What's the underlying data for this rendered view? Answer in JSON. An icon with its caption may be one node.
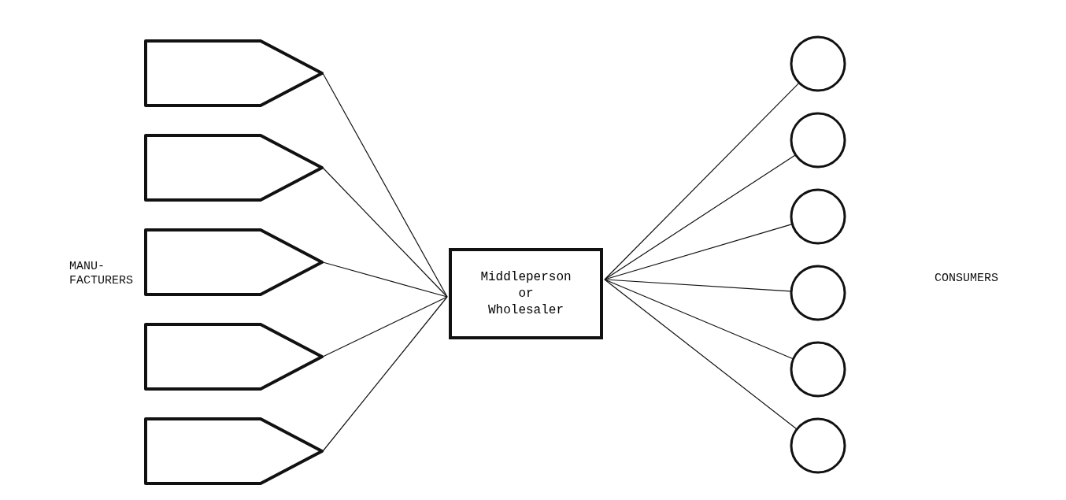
{
  "diagram": {
    "nodes": [
      {
        "text": [],
        "shape": "pentagon"
      },
      {
        "text": [],
        "shape": "pentagon"
      },
      {
        "text": [],
        "shape": "pentagon"
      },
      {
        "text": [],
        "shape": "pentagon"
      },
      {
        "text": [],
        "shape": "pentagon"
      },
      {
        "text": [
          "Middleperson or Wholesaler"
        ]
      },
      {
        "text": [],
        "shape": "circle"
      },
      {
        "text": [],
        "shape": "circle"
      },
      {
        "text": [],
        "shape": "circle"
      },
      {
        "text": [],
        "shape": "circle"
      },
      {
        "text": [],
        "shape": "circle"
      },
      {
        "text": [],
        "shape": "circle"
      }
    ],
    "edges": [
      {
        "from": 0,
        "to": 5,
        "arrow": "none"
      },
      {
        "from": 1,
        "to": 5,
        "arrow": "none"
      },
      {
        "from": 2,
        "to": 5,
        "arrow": "none"
      },
      {
        "from": 3,
        "to": 5,
        "arrow": "none"
      },
      {
        "from": 4,
        "to": 5,
        "arrow": "none"
      },
      {
        "from": 5,
        "to": 6,
        "arrow": "none"
      },
      {
        "from": 5,
        "to": 7,
        "arrow": "none"
      },
      {
        "from": 5,
        "to": 8,
        "arrow": "none"
      },
      {
        "from": 5,
        "to": 9,
        "arrow": "none"
      },
      {
        "from": 5,
        "to": 10,
        "arrow": "none"
      },
      {
        "from": 5,
        "to": 11,
        "arrow": "none"
      }
    ],
    "labels": [
      "MANU- FACTURERS",
      "CONSUMERS"
    ]
  }
}
